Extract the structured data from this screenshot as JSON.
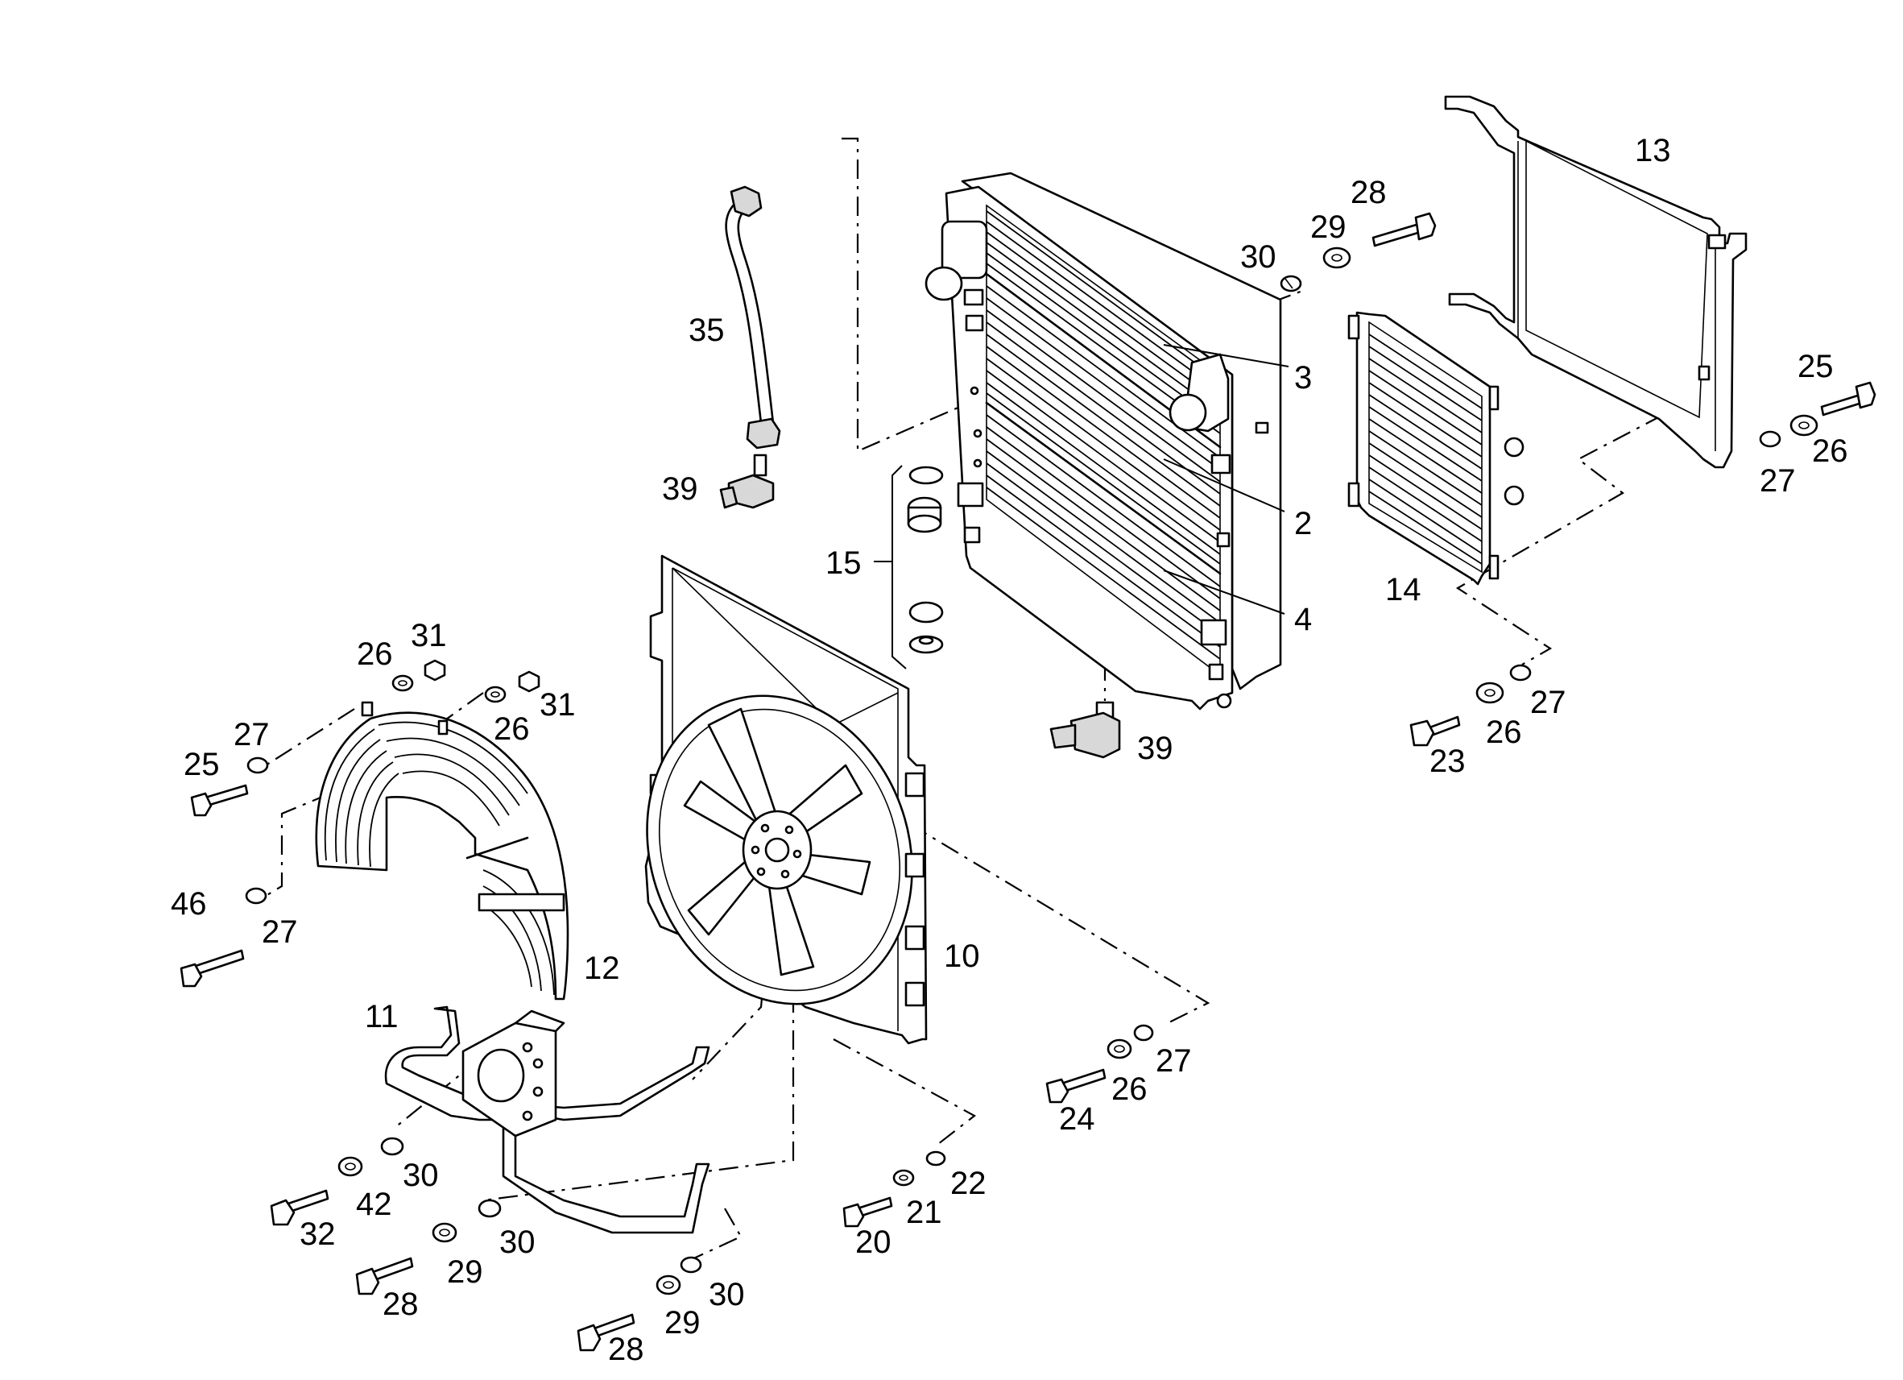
{
  "diagram": {
    "callouts": [
      {
        "id": "p13",
        "label": "13"
      },
      {
        "id": "p28a",
        "label": "28"
      },
      {
        "id": "p29a",
        "label": "29"
      },
      {
        "id": "p30a",
        "label": "30"
      },
      {
        "id": "p35",
        "label": "35"
      },
      {
        "id": "p3",
        "label": "3"
      },
      {
        "id": "p25a",
        "label": "25"
      },
      {
        "id": "p26a",
        "label": "26"
      },
      {
        "id": "p27a",
        "label": "27"
      },
      {
        "id": "p39a",
        "label": "39"
      },
      {
        "id": "p2",
        "label": "2"
      },
      {
        "id": "p15",
        "label": "15"
      },
      {
        "id": "p14",
        "label": "14"
      },
      {
        "id": "p4",
        "label": "4"
      },
      {
        "id": "p26b",
        "label": "26"
      },
      {
        "id": "p31a",
        "label": "31"
      },
      {
        "id": "p31b",
        "label": "31"
      },
      {
        "id": "p26c",
        "label": "26"
      },
      {
        "id": "p27b",
        "label": "27"
      },
      {
        "id": "p25b",
        "label": "25"
      },
      {
        "id": "p39b",
        "label": "39"
      },
      {
        "id": "p27c",
        "label": "27"
      },
      {
        "id": "p26d",
        "label": "26"
      },
      {
        "id": "p23",
        "label": "23"
      },
      {
        "id": "p46",
        "label": "46"
      },
      {
        "id": "p27d",
        "label": "27"
      },
      {
        "id": "p12",
        "label": "12"
      },
      {
        "id": "p10",
        "label": "10"
      },
      {
        "id": "p11",
        "label": "11"
      },
      {
        "id": "p27e",
        "label": "27"
      },
      {
        "id": "p26e",
        "label": "26"
      },
      {
        "id": "p24",
        "label": "24"
      },
      {
        "id": "p22",
        "label": "22"
      },
      {
        "id": "p21",
        "label": "21"
      },
      {
        "id": "p20",
        "label": "20"
      },
      {
        "id": "p30b",
        "label": "30"
      },
      {
        "id": "p42",
        "label": "42"
      },
      {
        "id": "p32",
        "label": "32"
      },
      {
        "id": "p30c",
        "label": "30"
      },
      {
        "id": "p29b",
        "label": "29"
      },
      {
        "id": "p28b",
        "label": "28"
      },
      {
        "id": "p30d",
        "label": "30"
      },
      {
        "id": "p29c",
        "label": "29"
      },
      {
        "id": "p28c",
        "label": "28"
      }
    ]
  }
}
